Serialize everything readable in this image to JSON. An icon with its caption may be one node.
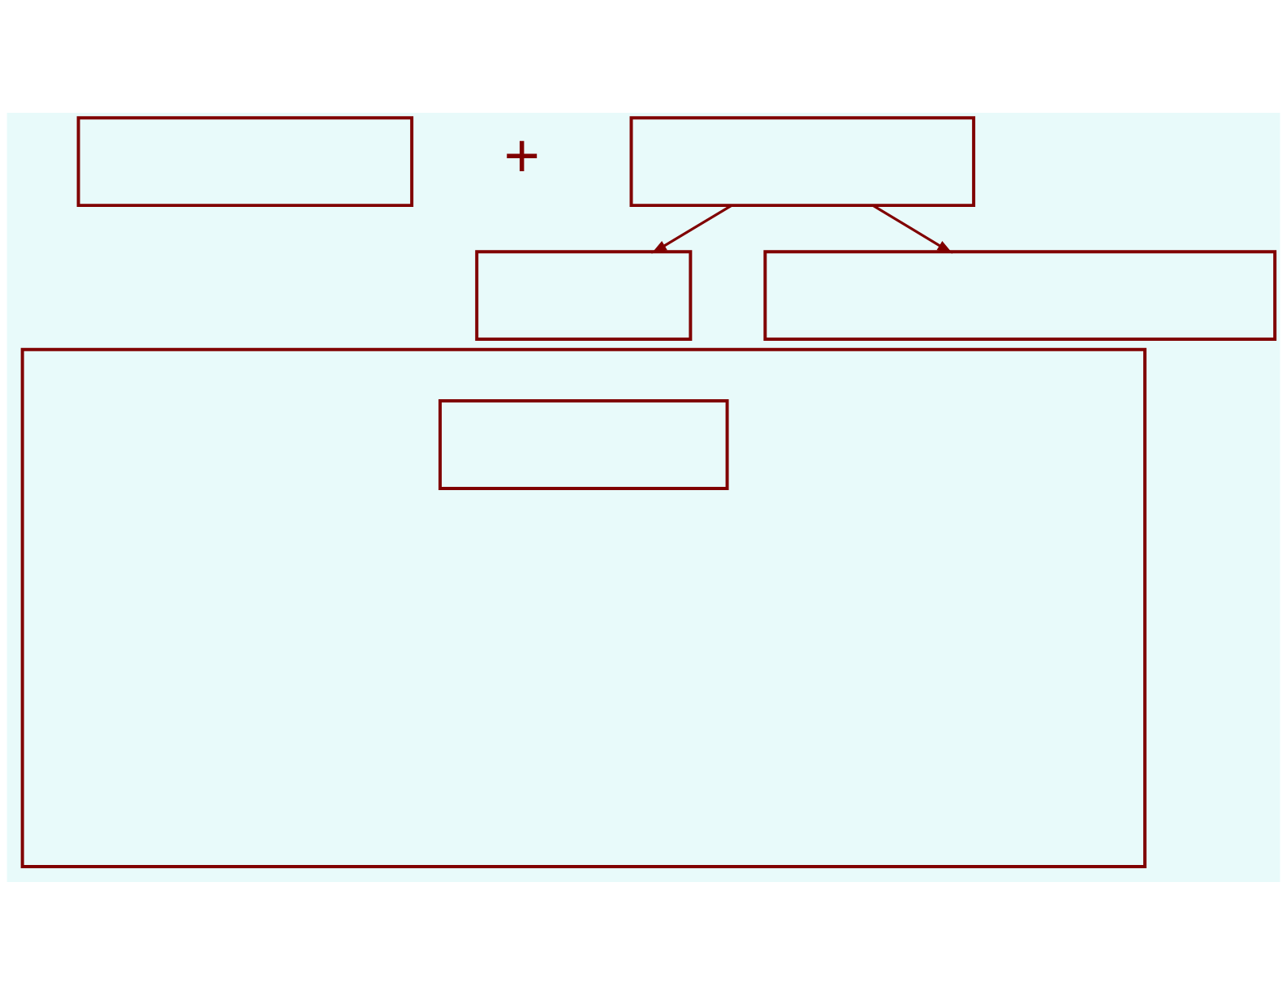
{
  "diagram": {
    "nodes": [
      {
        "text": [],
        "shape": "box"
      },
      {
        "text": [],
        "shape": "box"
      },
      {
        "text": [],
        "shape": "box"
      },
      {
        "text": [],
        "shape": "box"
      },
      {
        "text": [],
        "shape": "box"
      },
      {
        "text": [],
        "shape": "box",
        "in": 4
      }
    ],
    "edges": [
      {
        "from": 1,
        "to": 2,
        "arrow": "to"
      },
      {
        "from": 1,
        "to": 3,
        "arrow": "to"
      }
    ],
    "labels": [
      "+"
    ]
  }
}
